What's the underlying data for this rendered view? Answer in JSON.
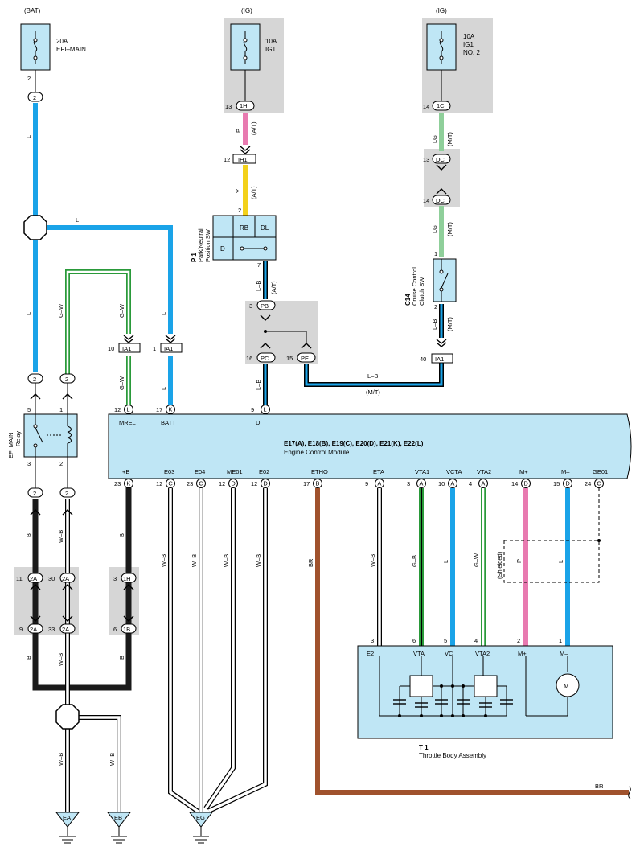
{
  "fuses": {
    "bat": {
      "source": "(BAT)",
      "rating": "20A",
      "name": "EFI–MAIN",
      "pin": "2",
      "conn": "2"
    },
    "ig1": {
      "source": "(IG)",
      "rating": "10A",
      "name": "IG1",
      "pin": "13",
      "conn": "1H"
    },
    "ig2": {
      "source": "(IG)",
      "rating": "10A",
      "name": "IG1",
      "name2": "NO. 2",
      "pin": "14",
      "conn": "1C"
    }
  },
  "wires": {
    "L": "L",
    "GW": "G–W",
    "B": "B",
    "WB": "W–B",
    "LB": "L–B",
    "P": "P",
    "Y": "Y",
    "LG": "LG",
    "BR": "BR",
    "GB": "G–B",
    "AT": "(A/T)",
    "MT": "(M/T)",
    "shielded": "(Shielded)"
  },
  "colors": {
    "L": "#1aa3e8",
    "B": "#1a1a1a",
    "G": "#2a9a3a",
    "P": "#e87ab0",
    "Y": "#f3d11a",
    "LG": "#8fcf9a",
    "BR": "#a0522d",
    "W": "#ffffff",
    "comp": "#bfe6f5",
    "gray": "#d6d6d6"
  },
  "connectors": {
    "ih1_pin": "12",
    "ih1": "IH1",
    "dc_a_pin": "13",
    "dc_b_pin": "14",
    "dc": "DC",
    "pb_pin": "3",
    "pb": "PB",
    "pc_pin": "16",
    "pc": "PC",
    "pe_pin": "15",
    "pe": "PE",
    "ia1": "IA1",
    "ia1_a": "10",
    "ia1_b": "1",
    "ia1_c": "40",
    "relay_in_a": "2",
    "relay_in_b": "2",
    "relay_out_a": "2",
    "relay_out_b": "2",
    "x2a": "2A",
    "x2a_11": "11",
    "x2a_30": "30",
    "x2a_9": "9",
    "x2a_33": "33",
    "x1h_pin": "3",
    "x1h": "1H",
    "x1b_pin": "6",
    "x1b": "1B"
  },
  "pnsw": {
    "id": "P 1",
    "name1": "Park/Neutral",
    "name2": "Position SW",
    "rb": "RB",
    "dl": "DL",
    "d": "D",
    "pin_in": "2",
    "pin_out": "7"
  },
  "ccsw": {
    "id": "C14",
    "name1": "Cruise Control",
    "name2": "Clutch SW",
    "pin_in": "1",
    "pin_out": "2"
  },
  "relay": {
    "name1": "EFI MAIN",
    "name2": "Relay",
    "p5": "5",
    "p1": "1",
    "p3": "3",
    "p2": "2"
  },
  "ecm": {
    "title": "E17(A), E18(B), E19(C), E20(D), E21(K), E22(L)",
    "name": "Engine Control Module",
    "top": [
      {
        "pin": "12",
        "c": "L",
        "label": "MREL"
      },
      {
        "pin": "17",
        "c": "K",
        "label": "BATT"
      },
      {
        "pin": "9",
        "c": "L",
        "label": "D"
      }
    ],
    "bottom": [
      {
        "pin": "23",
        "c": "K",
        "label": "+B"
      },
      {
        "pin": "12",
        "c": "C",
        "label": "E03"
      },
      {
        "pin": "23",
        "c": "C",
        "label": "E04"
      },
      {
        "pin": "12",
        "c": "D",
        "label": "ME01"
      },
      {
        "pin": "12",
        "c": "D",
        "label": "E02"
      },
      {
        "pin": "17",
        "c": "B",
        "label": "ETHO"
      },
      {
        "pin": "9",
        "c": "A",
        "label": "ETA"
      },
      {
        "pin": "3",
        "c": "A",
        "label": "VTA1"
      },
      {
        "pin": "10",
        "c": "A",
        "label": "VCTA"
      },
      {
        "pin": "4",
        "c": "A",
        "label": "VTA2"
      },
      {
        "pin": "14",
        "c": "D",
        "label": "M+"
      },
      {
        "pin": "15",
        "c": "D",
        "label": "M–"
      },
      {
        "pin": "24",
        "c": "C",
        "label": "GE01"
      }
    ]
  },
  "throttle": {
    "id": "T 1",
    "name": "Throttle Body Assembly",
    "pins": [
      {
        "n": "3",
        "l": "E2"
      },
      {
        "n": "6",
        "l": "VTA"
      },
      {
        "n": "5",
        "l": "VC"
      },
      {
        "n": "4",
        "l": "VTA2"
      },
      {
        "n": "2",
        "l": "M+"
      },
      {
        "n": "1",
        "l": "M–"
      }
    ],
    "motor": "M"
  },
  "grounds": {
    "ea": "EA",
    "eb": "EB",
    "eg": "EG"
  }
}
